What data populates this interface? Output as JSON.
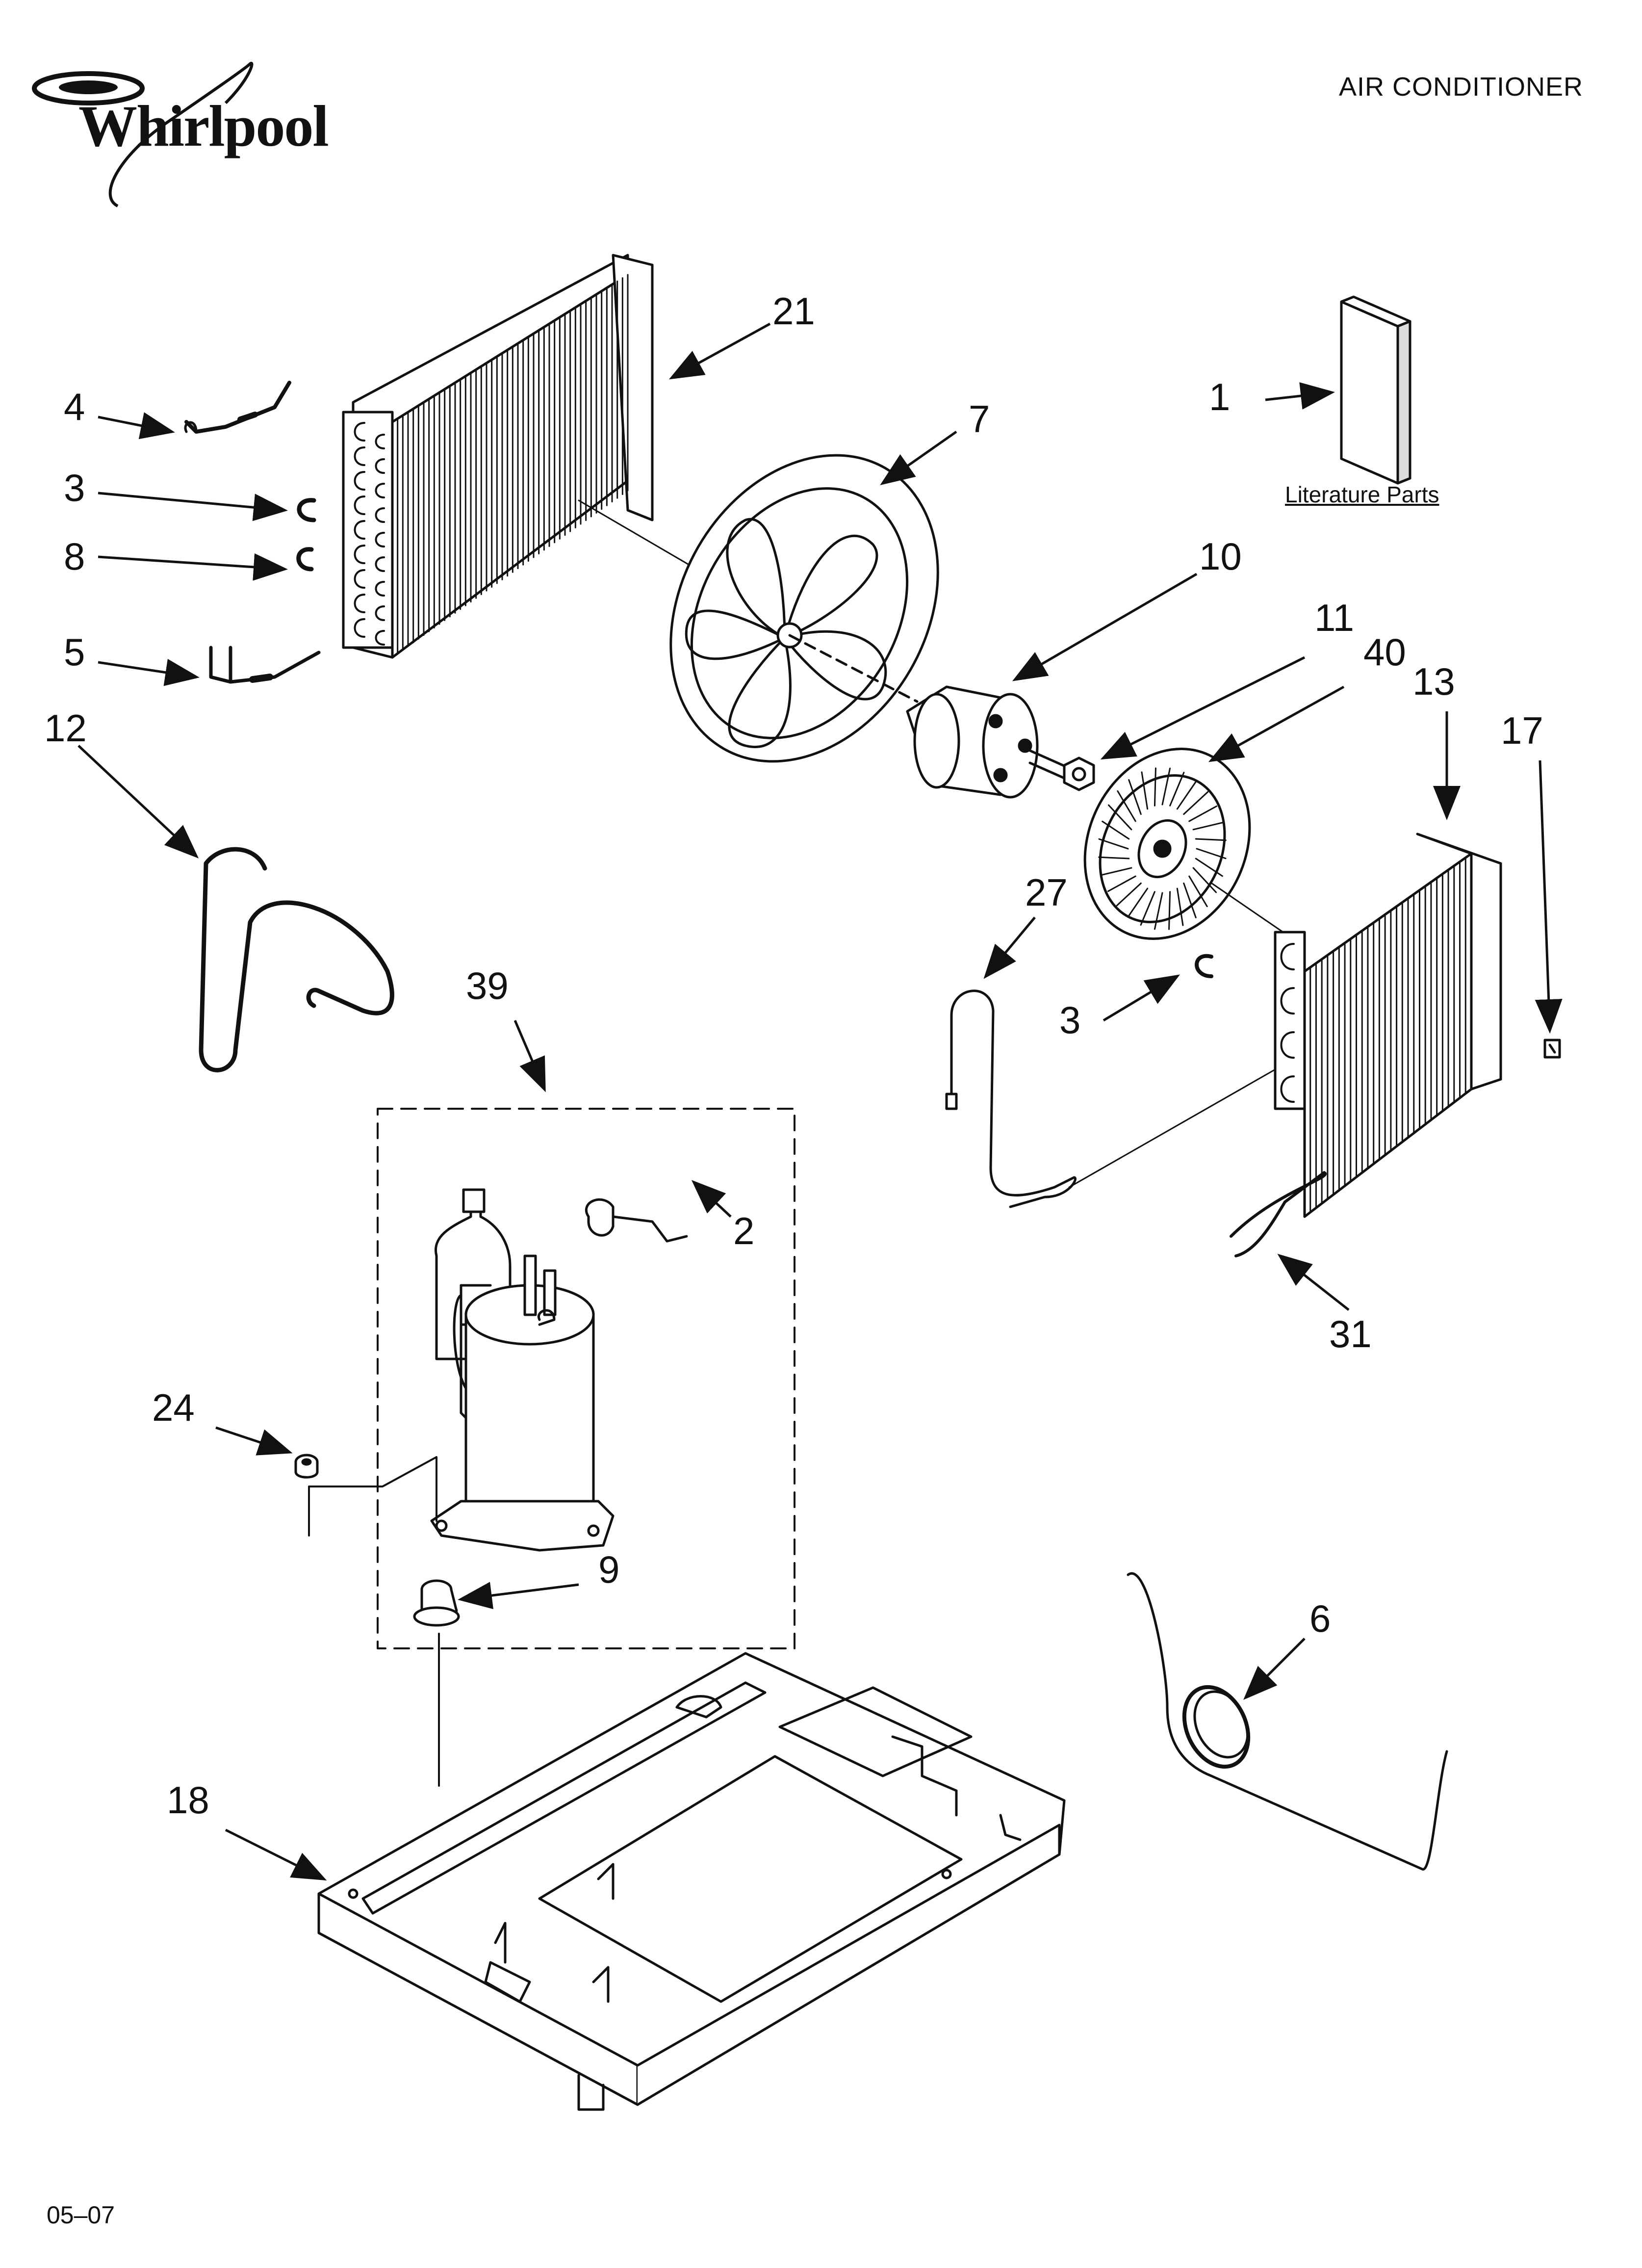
{
  "brand": {
    "name": "Whirlpool"
  },
  "header": {
    "title": "AIR CONDITIONER"
  },
  "footer": {
    "code": "05–07"
  },
  "literature": {
    "label": "Literature Parts"
  },
  "parts": {
    "p1": "1",
    "p2": "2",
    "p3a": "3",
    "p3b": "3",
    "p4": "4",
    "p5": "5",
    "p6": "6",
    "p7": "7",
    "p8": "8",
    "p9": "9",
    "p10": "10",
    "p11": "11",
    "p12": "12",
    "p13": "13",
    "p17": "17",
    "p18": "18",
    "p21": "21",
    "p24": "24",
    "p27": "27",
    "p31": "31",
    "p39": "39",
    "p40": "40"
  },
  "colors": {
    "ink": "#111111",
    "paper": "#ffffff"
  }
}
